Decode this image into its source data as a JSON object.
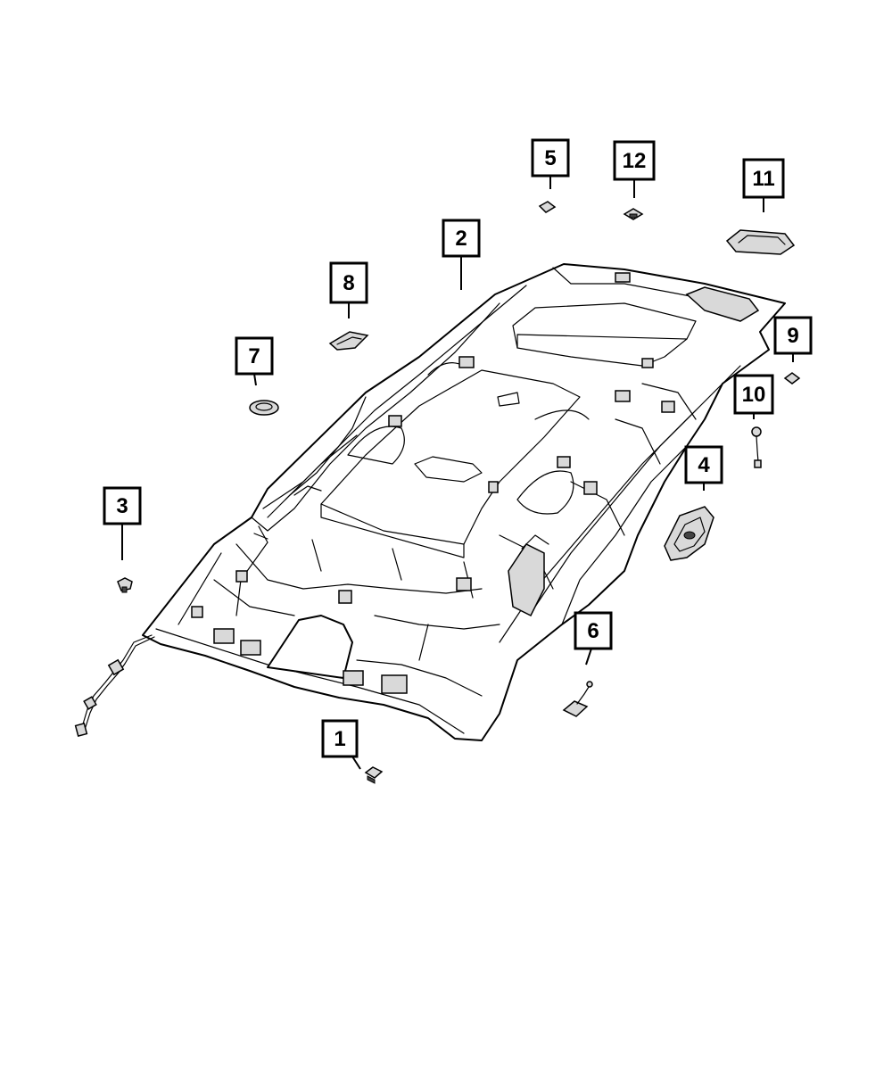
{
  "colors": {
    "line": "#000000",
    "background": "#ffffff"
  },
  "callouts": [
    {
      "id": "1",
      "label": "1"
    },
    {
      "id": "2",
      "label": "2"
    },
    {
      "id": "3",
      "label": "3"
    },
    {
      "id": "4",
      "label": "4"
    },
    {
      "id": "5",
      "label": "5"
    },
    {
      "id": "6",
      "label": "6"
    },
    {
      "id": "7",
      "label": "7"
    },
    {
      "id": "8",
      "label": "8"
    },
    {
      "id": "9",
      "label": "9"
    },
    {
      "id": "10",
      "label": "10"
    },
    {
      "id": "11",
      "label": "11"
    },
    {
      "id": "12",
      "label": "12"
    }
  ]
}
